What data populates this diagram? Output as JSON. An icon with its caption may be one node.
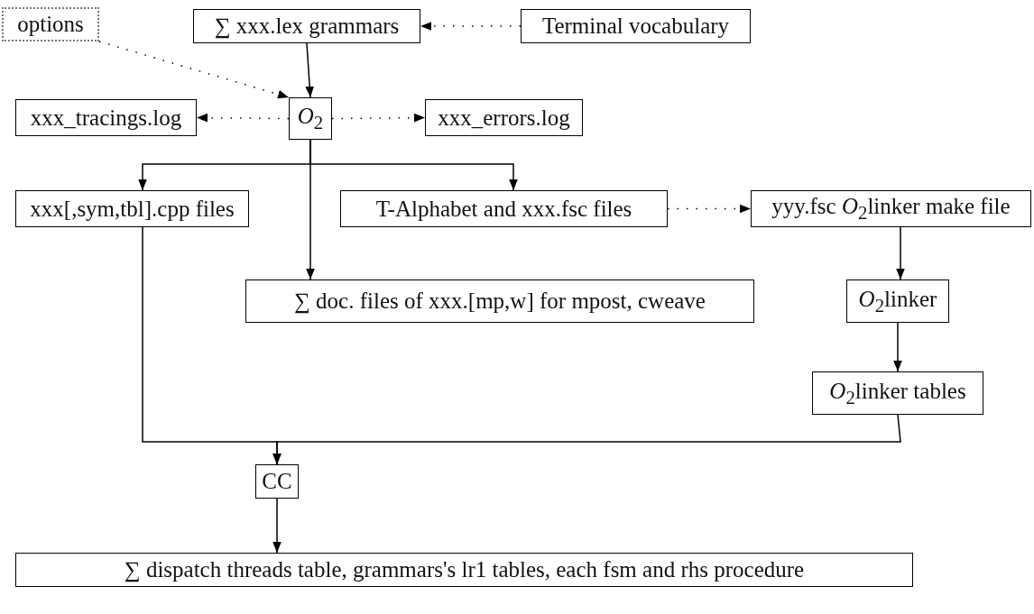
{
  "diagram": {
    "nodes": [
      {
        "text": [
          "options"
        ]
      },
      {
        "text": [
          "∑ xxx.lex grammars"
        ]
      },
      {
        "text": [
          "Terminal vocabulary"
        ]
      },
      {
        "text": [
          "*O*$_{2}$"
        ]
      },
      {
        "text": [
          "xxx_tracings.log"
        ]
      },
      {
        "text": [
          "xxx_errors.log"
        ]
      },
      {
        "text": [
          "xxx[,sym,tbl].cpp files"
        ]
      },
      {
        "text": [
          "T-Alphabet and xxx.fsc files"
        ]
      },
      {
        "text": [
          "yyy.fsc *O*$_{2}$linker make file"
        ]
      },
      {
        "text": [
          "∑ doc. files of xxx.[mp,w] for mpost, cweave"
        ]
      },
      {
        "text": [
          "*O*$_{2}$linker"
        ]
      },
      {
        "text": [
          "*O*$_{2}$linker tables"
        ]
      },
      {
        "text": [
          "CC"
        ]
      },
      {
        "text": [
          "∑ dispatch threads table, grammars's lr1 tables, each fsm and rhs procedure"
        ]
      }
    ],
    "edges": [
      {
        "from": 2,
        "to": 1,
        "arrow": "to",
        "style": "dashed"
      },
      {
        "from": 0,
        "to": 3,
        "arrow": "to",
        "style": "dashed"
      },
      {
        "from": 1,
        "to": 3,
        "arrow": "to"
      },
      {
        "from": 3,
        "to": 4,
        "arrow": "to",
        "style": "dashed"
      },
      {
        "from": 3,
        "to": 5,
        "arrow": "to",
        "style": "dashed"
      },
      {
        "from": 3,
        "to": 6,
        "arrow": "to"
      },
      {
        "from": 3,
        "to": 7,
        "arrow": "to"
      },
      {
        "from": 3,
        "to": 9,
        "arrow": "to"
      },
      {
        "from": 7,
        "to": 8,
        "arrow": "to",
        "style": "dashed"
      },
      {
        "from": 8,
        "to": 10,
        "arrow": "to"
      },
      {
        "from": 10,
        "to": 11,
        "arrow": "to"
      },
      {
        "from": 6,
        "to": 12,
        "arrow": "to"
      },
      {
        "from": 11,
        "to": 12,
        "arrow": "to"
      },
      {
        "from": 12,
        "to": 13,
        "arrow": "to"
      }
    ]
  }
}
